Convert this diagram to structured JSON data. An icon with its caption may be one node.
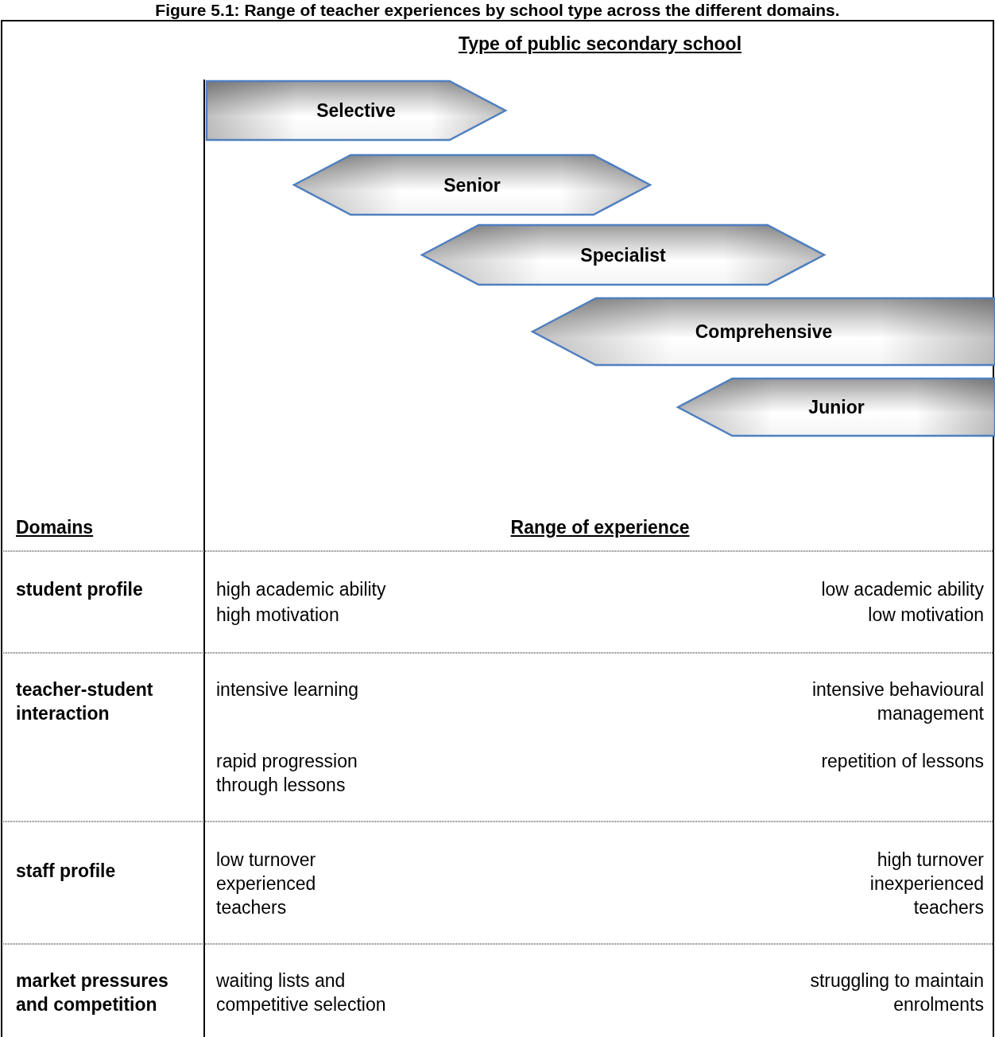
{
  "diagram": {
    "title": "Figure 5.1: Range of teacher experiences by school type across the different domains.",
    "nodes": [
      {
        "text": [
          "Selective"
        ]
      },
      {
        "text": [
          "Senior"
        ]
      },
      {
        "text": [
          "Specialist"
        ]
      },
      {
        "text": [
          "Comprehensive"
        ]
      },
      {
        "text": [
          "Junior"
        ]
      }
    ],
    "labels": [
      "Type of public secondary school",
      "Domains",
      "Range of experience",
      "student profile",
      "high academic ability",
      "high motivation",
      "low academic ability",
      "low motivation",
      "teacher-student interaction",
      "intensive learning",
      "intensive behavioural management",
      "rapid progression through lessons",
      "repetition of lessons",
      "staff profile",
      "low turnover",
      "experienced teachers",
      "high turnover",
      "inexperienced teachers",
      "market pressures and competition",
      "waiting lists and competitive selection",
      "struggling to maintain enrolments"
    ]
  }
}
